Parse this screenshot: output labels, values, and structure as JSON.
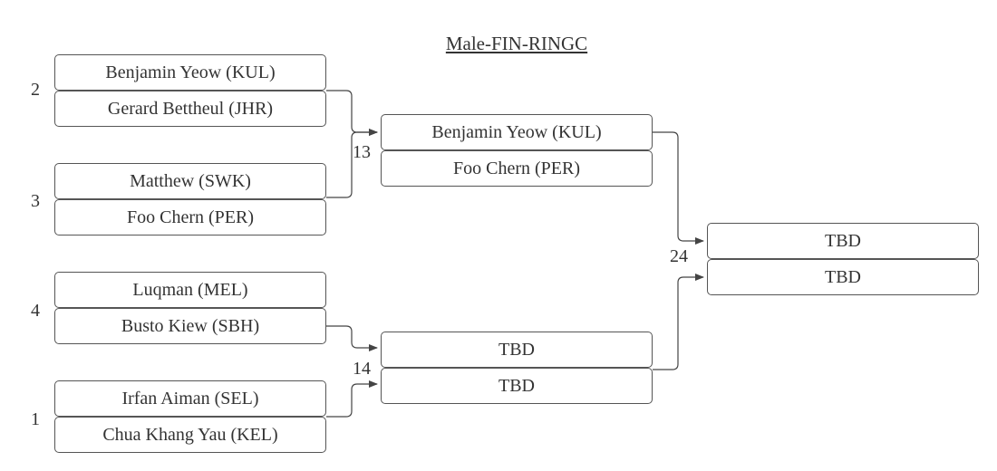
{
  "title": "Male-FIN-RINGC",
  "round1": [
    {
      "seed": "2",
      "players": [
        "Benjamin Yeow (KUL)",
        "Gerard Bettheul (JHR)"
      ]
    },
    {
      "seed": "3",
      "players": [
        "Matthew (SWK)",
        "Foo Chern (PER)"
      ]
    },
    {
      "seed": "4",
      "players": [
        "Luqman (MEL)",
        "Busto Kiew (SBH)"
      ]
    },
    {
      "seed": "1",
      "players": [
        "Irfan Aiman (SEL)",
        "Chua Khang Yau (KEL)"
      ]
    }
  ],
  "round2": [
    {
      "match": "13",
      "players": [
        "Benjamin Yeow (KUL)",
        "Foo Chern (PER)"
      ]
    },
    {
      "match": "14",
      "players": [
        "TBD",
        "TBD"
      ]
    }
  ],
  "final": {
    "match": "24",
    "players": [
      "TBD",
      "TBD"
    ]
  },
  "colors": {
    "line": "#444444",
    "border": "#555555",
    "text": "#333333"
  }
}
